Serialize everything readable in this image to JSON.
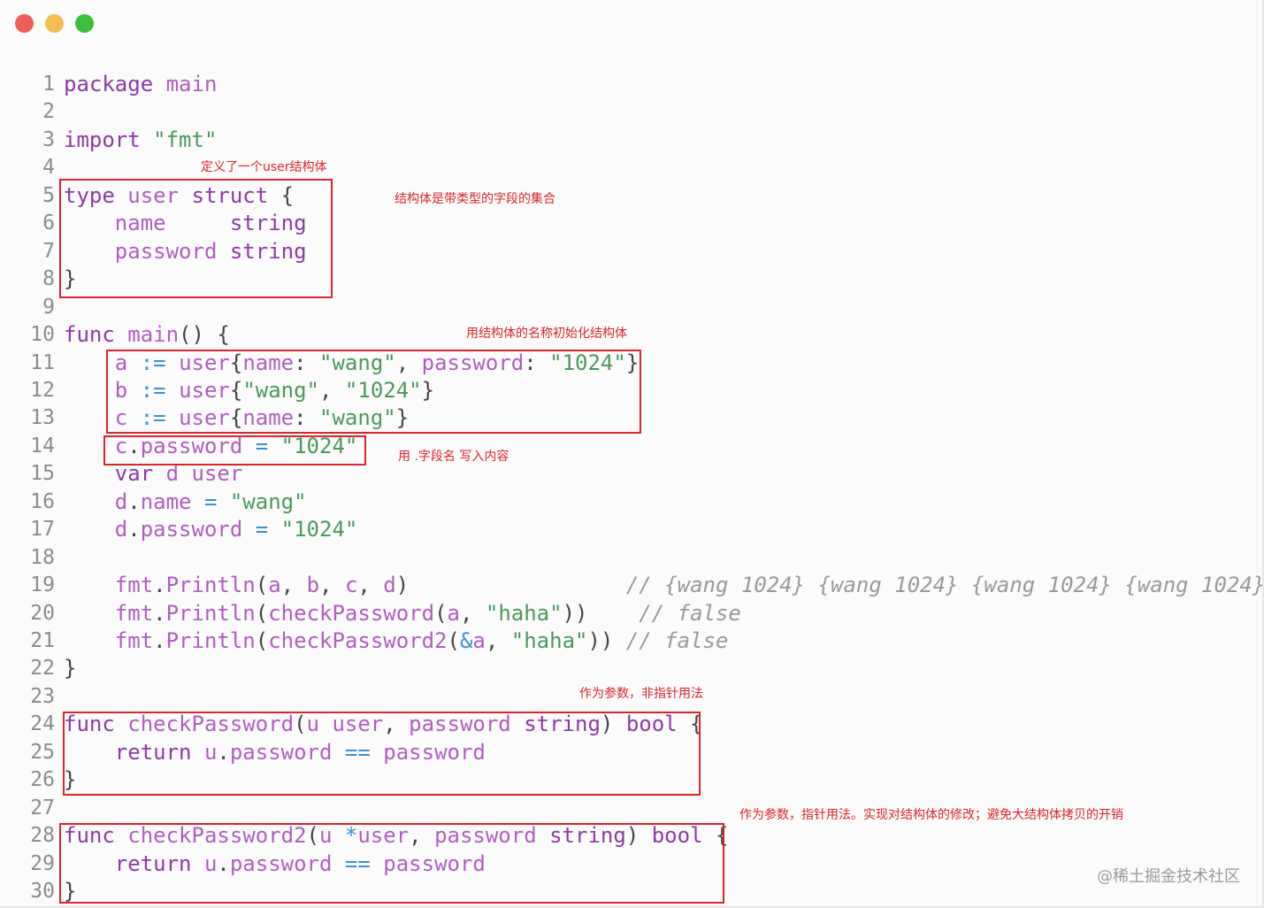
{
  "window": {
    "controls": [
      {
        "name": "close",
        "color": "#ed5f56"
      },
      {
        "name": "minimize",
        "color": "#f5bd4f"
      },
      {
        "name": "maximize",
        "color": "#3cc03c"
      }
    ]
  },
  "code": {
    "lines": [
      {
        "n": "1",
        "tokens": [
          [
            "kw",
            "package"
          ],
          [
            "p",
            " "
          ],
          [
            "id",
            "main"
          ]
        ]
      },
      {
        "n": "2",
        "tokens": []
      },
      {
        "n": "3",
        "tokens": [
          [
            "kw",
            "import"
          ],
          [
            "p",
            " "
          ],
          [
            "str",
            "\"fmt\""
          ]
        ]
      },
      {
        "n": "4",
        "tokens": []
      },
      {
        "n": "5",
        "tokens": [
          [
            "kw",
            "type"
          ],
          [
            "p",
            " "
          ],
          [
            "id",
            "user"
          ],
          [
            "p",
            " "
          ],
          [
            "kw",
            "struct"
          ],
          [
            "p",
            " {"
          ]
        ]
      },
      {
        "n": "6",
        "tokens": [
          [
            "p",
            "    "
          ],
          [
            "id",
            "name"
          ],
          [
            "p",
            "     "
          ],
          [
            "type",
            "string"
          ]
        ]
      },
      {
        "n": "7",
        "tokens": [
          [
            "p",
            "    "
          ],
          [
            "id",
            "password"
          ],
          [
            "p",
            " "
          ],
          [
            "type",
            "string"
          ]
        ]
      },
      {
        "n": "8",
        "tokens": [
          [
            "p",
            "}"
          ]
        ]
      },
      {
        "n": "9",
        "tokens": []
      },
      {
        "n": "10",
        "tokens": [
          [
            "kw",
            "func"
          ],
          [
            "p",
            " "
          ],
          [
            "fn",
            "main"
          ],
          [
            "p",
            "() {"
          ]
        ]
      },
      {
        "n": "11",
        "tokens": [
          [
            "p",
            "    "
          ],
          [
            "id",
            "a"
          ],
          [
            "p",
            " "
          ],
          [
            "op",
            ":="
          ],
          [
            "p",
            " "
          ],
          [
            "id",
            "user"
          ],
          [
            "p",
            "{"
          ],
          [
            "id",
            "name"
          ],
          [
            "p",
            ": "
          ],
          [
            "str",
            "\"wang\""
          ],
          [
            "p",
            ", "
          ],
          [
            "id",
            "password"
          ],
          [
            "p",
            ": "
          ],
          [
            "str",
            "\"1024\""
          ],
          [
            "p",
            "}"
          ]
        ]
      },
      {
        "n": "12",
        "tokens": [
          [
            "p",
            "    "
          ],
          [
            "id",
            "b"
          ],
          [
            "p",
            " "
          ],
          [
            "op",
            ":="
          ],
          [
            "p",
            " "
          ],
          [
            "id",
            "user"
          ],
          [
            "p",
            "{"
          ],
          [
            "str",
            "\"wang\""
          ],
          [
            "p",
            ", "
          ],
          [
            "str",
            "\"1024\""
          ],
          [
            "p",
            "}"
          ]
        ]
      },
      {
        "n": "13",
        "tokens": [
          [
            "p",
            "    "
          ],
          [
            "id",
            "c"
          ],
          [
            "p",
            " "
          ],
          [
            "op",
            ":="
          ],
          [
            "p",
            " "
          ],
          [
            "id",
            "user"
          ],
          [
            "p",
            "{"
          ],
          [
            "id",
            "name"
          ],
          [
            "p",
            ": "
          ],
          [
            "str",
            "\"wang\""
          ],
          [
            "p",
            "}"
          ]
        ]
      },
      {
        "n": "14",
        "tokens": [
          [
            "p",
            "    "
          ],
          [
            "id",
            "c"
          ],
          [
            "p",
            "."
          ],
          [
            "id",
            "password"
          ],
          [
            "p",
            " "
          ],
          [
            "op",
            "="
          ],
          [
            "p",
            " "
          ],
          [
            "str",
            "\"1024\""
          ]
        ]
      },
      {
        "n": "15",
        "tokens": [
          [
            "p",
            "    "
          ],
          [
            "kw",
            "var"
          ],
          [
            "p",
            " "
          ],
          [
            "id",
            "d"
          ],
          [
            "p",
            " "
          ],
          [
            "id",
            "user"
          ]
        ]
      },
      {
        "n": "16",
        "tokens": [
          [
            "p",
            "    "
          ],
          [
            "id",
            "d"
          ],
          [
            "p",
            "."
          ],
          [
            "id",
            "name"
          ],
          [
            "p",
            " "
          ],
          [
            "op",
            "="
          ],
          [
            "p",
            " "
          ],
          [
            "str",
            "\"wang\""
          ]
        ]
      },
      {
        "n": "17",
        "tokens": [
          [
            "p",
            "    "
          ],
          [
            "id",
            "d"
          ],
          [
            "p",
            "."
          ],
          [
            "id",
            "password"
          ],
          [
            "p",
            " "
          ],
          [
            "op",
            "="
          ],
          [
            "p",
            " "
          ],
          [
            "str",
            "\"1024\""
          ]
        ]
      },
      {
        "n": "18",
        "tokens": []
      },
      {
        "n": "19",
        "tokens": [
          [
            "p",
            "    "
          ],
          [
            "id",
            "fmt"
          ],
          [
            "p",
            "."
          ],
          [
            "fn",
            "Println"
          ],
          [
            "p",
            "("
          ],
          [
            "id",
            "a"
          ],
          [
            "p",
            ", "
          ],
          [
            "id",
            "b"
          ],
          [
            "p",
            ", "
          ],
          [
            "id",
            "c"
          ],
          [
            "p",
            ", "
          ],
          [
            "id",
            "d"
          ],
          [
            "p",
            ")"
          ],
          [
            "p",
            "                 "
          ],
          [
            "cmt",
            "// {wang 1024} {wang 1024} {wang 1024} {wang 1024}"
          ]
        ]
      },
      {
        "n": "20",
        "tokens": [
          [
            "p",
            "    "
          ],
          [
            "id",
            "fmt"
          ],
          [
            "p",
            "."
          ],
          [
            "fn",
            "Println"
          ],
          [
            "p",
            "("
          ],
          [
            "fn",
            "checkPassword"
          ],
          [
            "p",
            "("
          ],
          [
            "id",
            "a"
          ],
          [
            "p",
            ", "
          ],
          [
            "str",
            "\"haha\""
          ],
          [
            "p",
            "))"
          ],
          [
            "p",
            "    "
          ],
          [
            "cmt",
            "// false"
          ]
        ]
      },
      {
        "n": "21",
        "tokens": [
          [
            "p",
            "    "
          ],
          [
            "id",
            "fmt"
          ],
          [
            "p",
            "."
          ],
          [
            "fn",
            "Println"
          ],
          [
            "p",
            "("
          ],
          [
            "fn",
            "checkPassword2"
          ],
          [
            "p",
            "("
          ],
          [
            "op",
            "&"
          ],
          [
            "id",
            "a"
          ],
          [
            "p",
            ", "
          ],
          [
            "str",
            "\"haha\""
          ],
          [
            "p",
            "))"
          ],
          [
            "p",
            " "
          ],
          [
            "cmt",
            "// false"
          ]
        ]
      },
      {
        "n": "22",
        "tokens": [
          [
            "p",
            "}"
          ]
        ]
      },
      {
        "n": "23",
        "tokens": []
      },
      {
        "n": "24",
        "tokens": [
          [
            "kw",
            "func"
          ],
          [
            "p",
            " "
          ],
          [
            "fn",
            "checkPassword"
          ],
          [
            "p",
            "("
          ],
          [
            "id",
            "u"
          ],
          [
            "p",
            " "
          ],
          [
            "id",
            "user"
          ],
          [
            "p",
            ", "
          ],
          [
            "id",
            "password"
          ],
          [
            "p",
            " "
          ],
          [
            "type",
            "string"
          ],
          [
            "p",
            ") "
          ],
          [
            "type",
            "bool"
          ],
          [
            "p",
            " {"
          ]
        ]
      },
      {
        "n": "25",
        "tokens": [
          [
            "p",
            "    "
          ],
          [
            "kw",
            "return"
          ],
          [
            "p",
            " "
          ],
          [
            "id",
            "u"
          ],
          [
            "p",
            "."
          ],
          [
            "id",
            "password"
          ],
          [
            "p",
            " "
          ],
          [
            "op",
            "=="
          ],
          [
            "p",
            " "
          ],
          [
            "id",
            "password"
          ]
        ]
      },
      {
        "n": "26",
        "tokens": [
          [
            "p",
            "}"
          ]
        ]
      },
      {
        "n": "27",
        "tokens": []
      },
      {
        "n": "28",
        "tokens": [
          [
            "kw",
            "func"
          ],
          [
            "p",
            " "
          ],
          [
            "fn",
            "checkPassword2"
          ],
          [
            "p",
            "("
          ],
          [
            "id",
            "u"
          ],
          [
            "p",
            " "
          ],
          [
            "op",
            "*"
          ],
          [
            "id",
            "user"
          ],
          [
            "p",
            ", "
          ],
          [
            "id",
            "password"
          ],
          [
            "p",
            " "
          ],
          [
            "type",
            "string"
          ],
          [
            "p",
            ") "
          ],
          [
            "type",
            "bool"
          ],
          [
            "p",
            " {"
          ]
        ]
      },
      {
        "n": "29",
        "tokens": [
          [
            "p",
            "    "
          ],
          [
            "kw",
            "return"
          ],
          [
            "p",
            " "
          ],
          [
            "id",
            "u"
          ],
          [
            "p",
            "."
          ],
          [
            "id",
            "password"
          ],
          [
            "p",
            " "
          ],
          [
            "op",
            "=="
          ],
          [
            "p",
            " "
          ],
          [
            "id",
            "password"
          ]
        ]
      },
      {
        "n": "30",
        "tokens": [
          [
            "p",
            "}"
          ]
        ]
      }
    ]
  },
  "annotations": [
    {
      "text": "定义了一个user结构体"
    },
    {
      "text": "结构体是带类型的字段的集合"
    },
    {
      "text": "用结构体的名称初始化结构体"
    },
    {
      "text": "用 .字段名 写入内容"
    },
    {
      "text": "作为参数，非指针用法"
    },
    {
      "text": "作为参数，指针用法。实现对结构体的修改；避免大结构体拷贝的开销"
    }
  ],
  "watermark": "@稀土掘金技术社区"
}
